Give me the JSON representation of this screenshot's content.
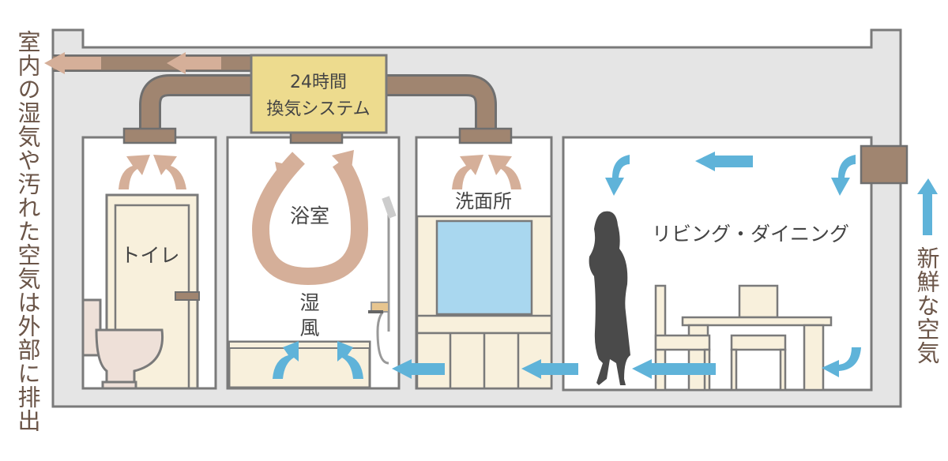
{
  "system_box": {
    "line1": "24時間",
    "line2": "換気システム"
  },
  "rooms": {
    "toilet": "トイレ",
    "bathroom": "浴室",
    "washroom": "洗面所",
    "living": "リビング・ダイニング"
  },
  "bath_moisture": {
    "line1": "湿",
    "line2": "風"
  },
  "exhaust_label": "室内の湿気や汚れた空気は外部に排出",
  "fresh_air_label": "新鮮な空気",
  "colors": {
    "wall": "#e5e5e5",
    "wall_stroke": "#7a7a7a",
    "duct": "#a08570",
    "exhaust_arrow": "#d5af99",
    "system_box": "#eddb8e",
    "fresh_arrow": "#5fb3d9",
    "furniture": "#f8f0dc",
    "silhouette": "#4a4a4a"
  }
}
